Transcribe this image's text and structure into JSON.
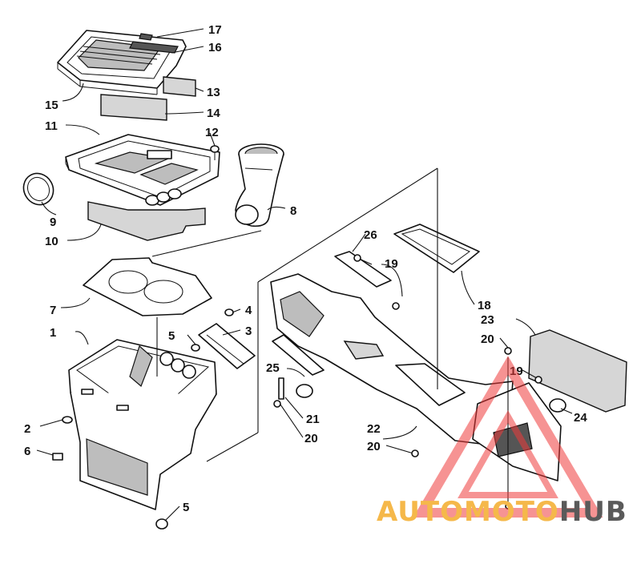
{
  "diagram": {
    "callouts": [
      "1",
      "2",
      "3",
      "4",
      "5",
      "5",
      "6",
      "7",
      "8",
      "9",
      "10",
      "11",
      "12",
      "13",
      "14",
      "15",
      "16",
      "17",
      "18",
      "19",
      "19",
      "20",
      "20",
      "20",
      "21",
      "22",
      "23",
      "24",
      "25",
      "26"
    ]
  },
  "watermark": {
    "text_left": "AUTOMOTO",
    "text_right": "HUB",
    "colors": {
      "triangle": "#ef3b3b",
      "auto": "#f5b84a",
      "moto": "#ef6a5a",
      "hub": "#5a5a5a"
    }
  }
}
